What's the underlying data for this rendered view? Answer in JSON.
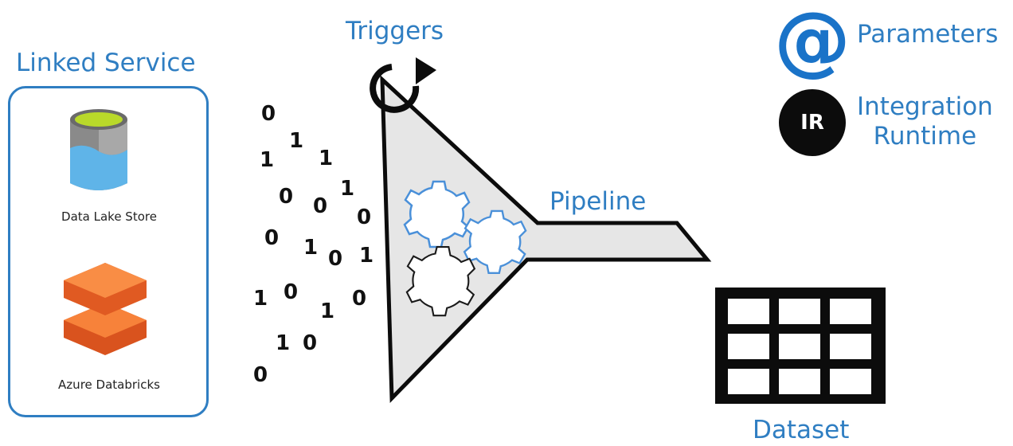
{
  "linked_service": {
    "title": "Linked Service",
    "items": [
      {
        "label": "Data Lake Store",
        "icon": "data-lake-store-icon"
      },
      {
        "label": "Azure Databricks",
        "icon": "azure-databricks-icon"
      }
    ]
  },
  "triggers": {
    "label": "Triggers",
    "icon": "refresh-arrow-icon"
  },
  "pipeline": {
    "label": "Pipeline",
    "icon": "gears-icon"
  },
  "dataset": {
    "label": "Dataset",
    "icon": "table-grid-icon"
  },
  "parameters": {
    "label": "Parameters",
    "icon_text": "@"
  },
  "integration_runtime": {
    "label_line1": "Integration",
    "label_line2": "Runtime",
    "badge": "IR"
  },
  "binary_digits": [
    "0",
    "1",
    "1",
    "1",
    "0",
    "0",
    "1",
    "0",
    "0",
    "1",
    "0",
    "1",
    "1",
    "0",
    "1",
    "0",
    "1",
    "0",
    "0"
  ],
  "colors": {
    "accent_blue": "#2f7ec2",
    "gear_blue": "#4a90d9",
    "funnel_fill": "#e6e6e6",
    "ir_badge": "#0c0c0c",
    "databricks_orange": "#f26b2a"
  }
}
